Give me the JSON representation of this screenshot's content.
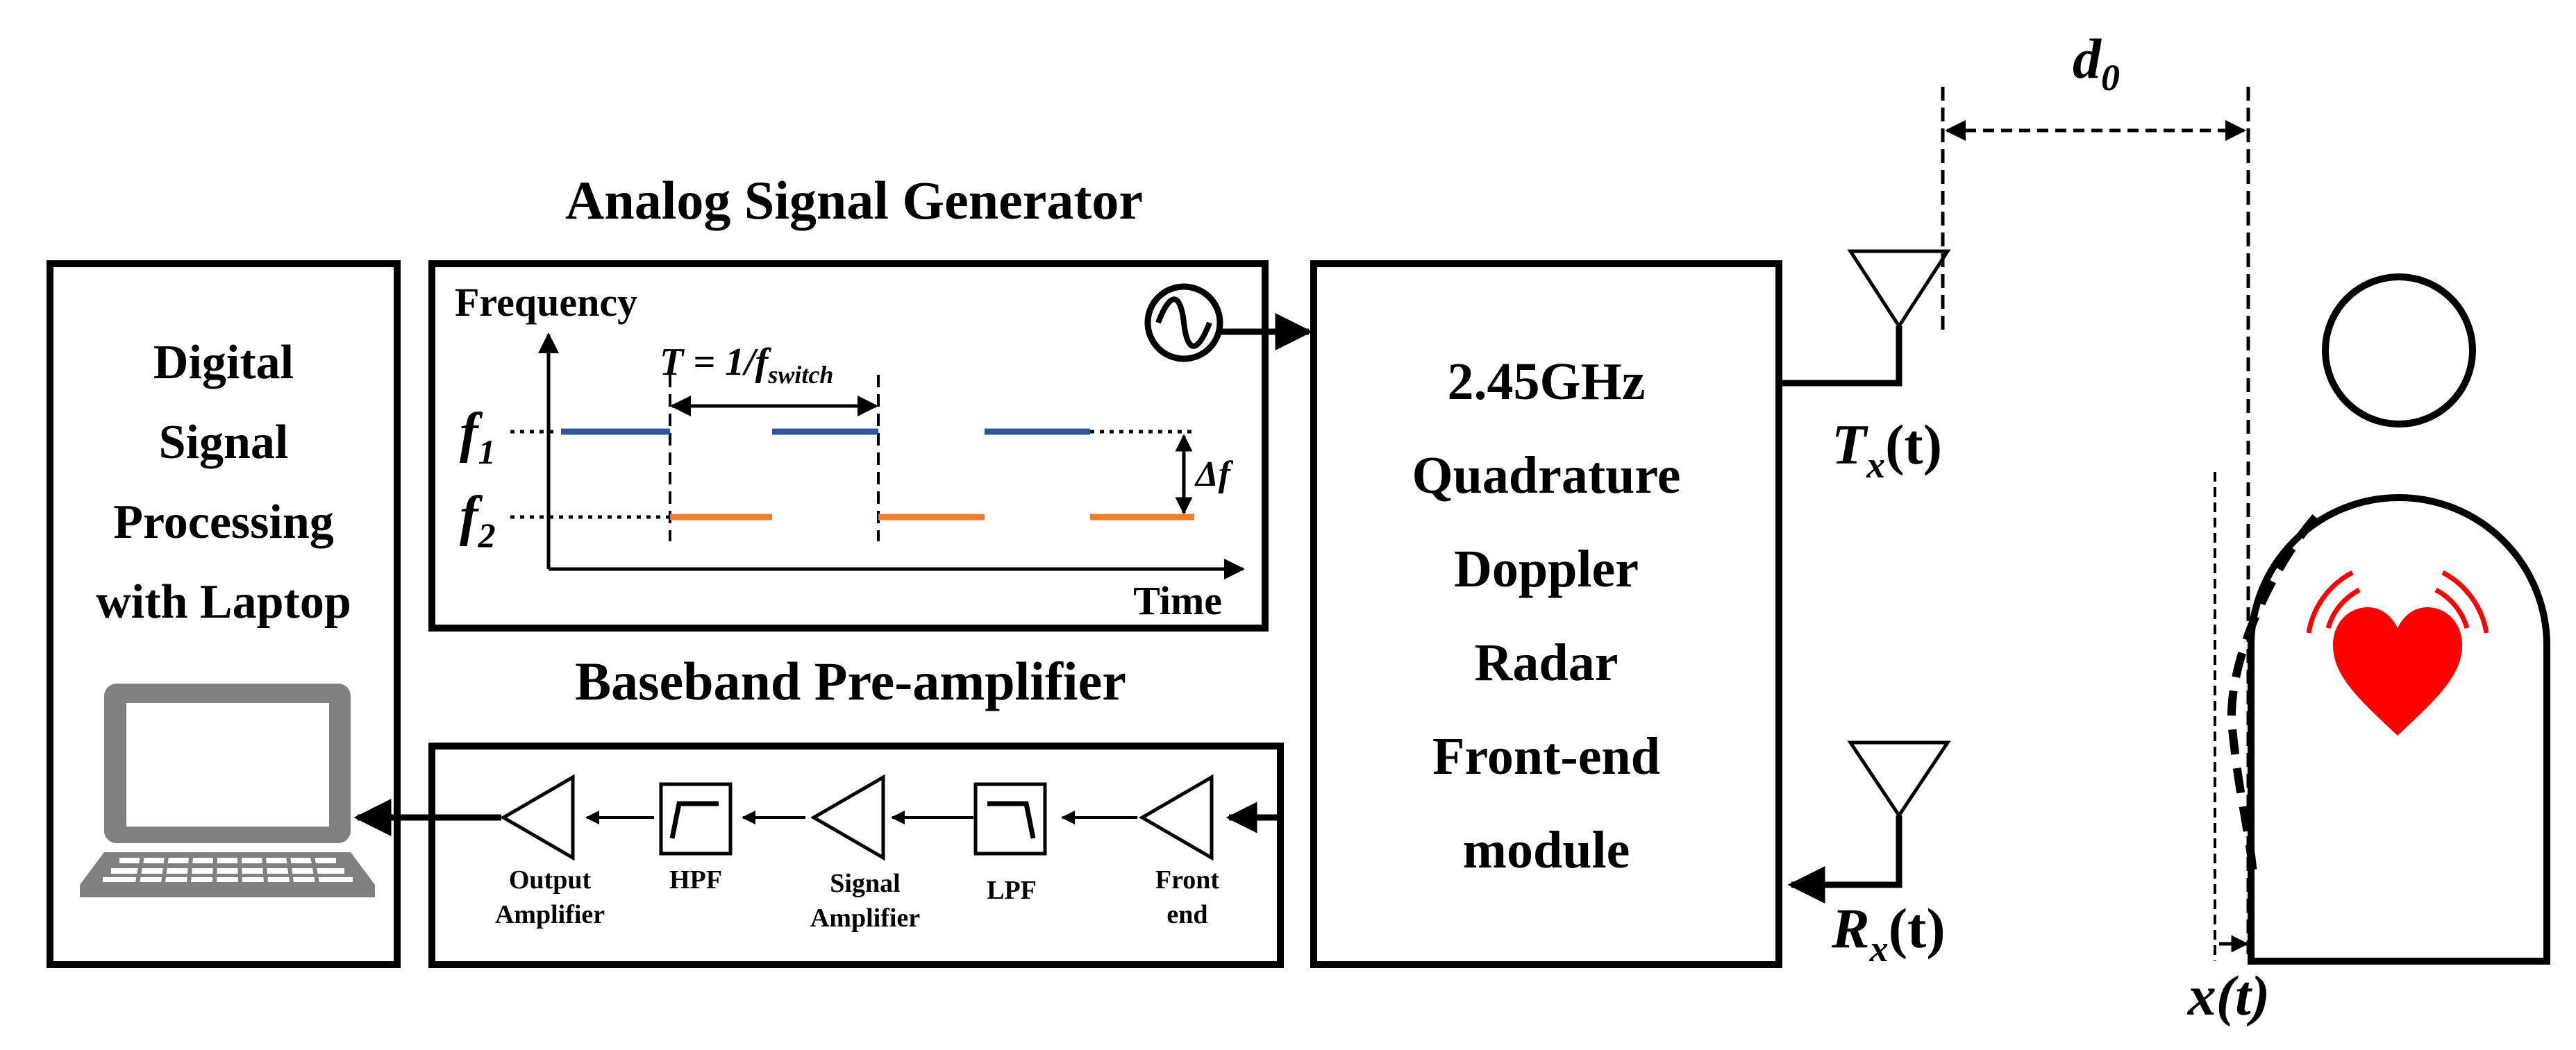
{
  "dsp": {
    "lines": [
      "Digital",
      "Signal",
      "Processing",
      "with Laptop"
    ]
  },
  "generator": {
    "title": "Analog Signal Generator",
    "y_axis": "Frequency",
    "x_axis": "Time",
    "f1": "f",
    "f1_sub": "1",
    "f2": "f",
    "f2_sub": "2",
    "period_main": "T = 1/f",
    "period_sub": "switch",
    "delta": "Δf"
  },
  "preamp": {
    "title": "Baseband Pre-amplifier",
    "output_amp": [
      "Output",
      "Amplifier"
    ],
    "hpf": "HPF",
    "signal_amp": [
      "Signal",
      "Amplifier"
    ],
    "lpf": "LPF",
    "front_end": [
      "Front",
      "end"
    ]
  },
  "radar": {
    "lines": [
      "2.45GHz",
      "Quadrature",
      "Doppler",
      "Radar",
      "Front-end",
      "module"
    ]
  },
  "antennas": {
    "tx_main": "T",
    "tx_sub": "x",
    "tx_arg": "(t)",
    "rx_main": "R",
    "rx_sub": "x",
    "rx_arg": "(t)"
  },
  "distance": {
    "main": "d",
    "sub": "0"
  },
  "displacement": {
    "label": "x(t)"
  },
  "colors": {
    "f1_segment": "#2e5597",
    "f2_segment": "#ed7d31",
    "heart": "#ff0000",
    "laptop": "#808080",
    "laptop_screen": "#ffffff"
  }
}
